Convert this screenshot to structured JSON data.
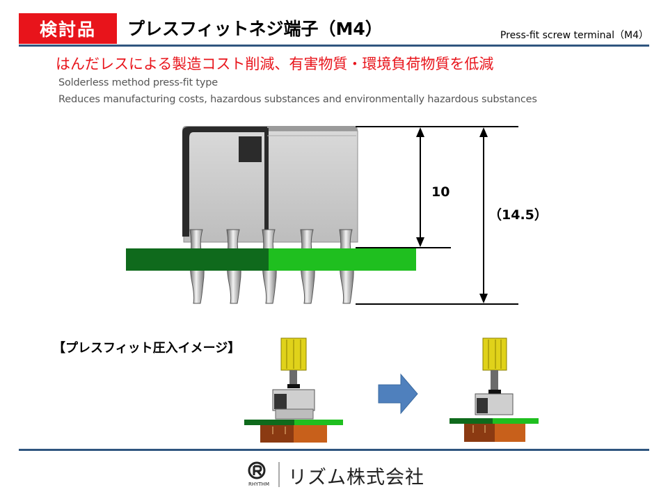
{
  "header": {
    "badge": "検討品",
    "title": "プレスフィットネジ端子（M4）",
    "title_en": "Press-fit screw terminal（M4）"
  },
  "headline": "はんだレスによる製造コスト削減、有害物質・環境負荷物質を低減",
  "subtitle_lines": [
    "Solderless method press-fit type",
    "Reduces manufacturing costs, hazardous substances and environmentally hazardous substances"
  ],
  "dimensions": {
    "height_above_board": "10",
    "total_height": "（14.5）"
  },
  "press_fit_label": "【プレスフィット圧入イメージ】",
  "footer": {
    "logo_text": "RHYTHM",
    "company": "リズム株式会社"
  },
  "colors": {
    "accent_red": "#e8141b",
    "rule_blue": "#2f557f",
    "pcb_green": "#1fbf1f",
    "pcb_dark_green": "#0f6a1c",
    "arrow_blue": "#4f80bd"
  }
}
